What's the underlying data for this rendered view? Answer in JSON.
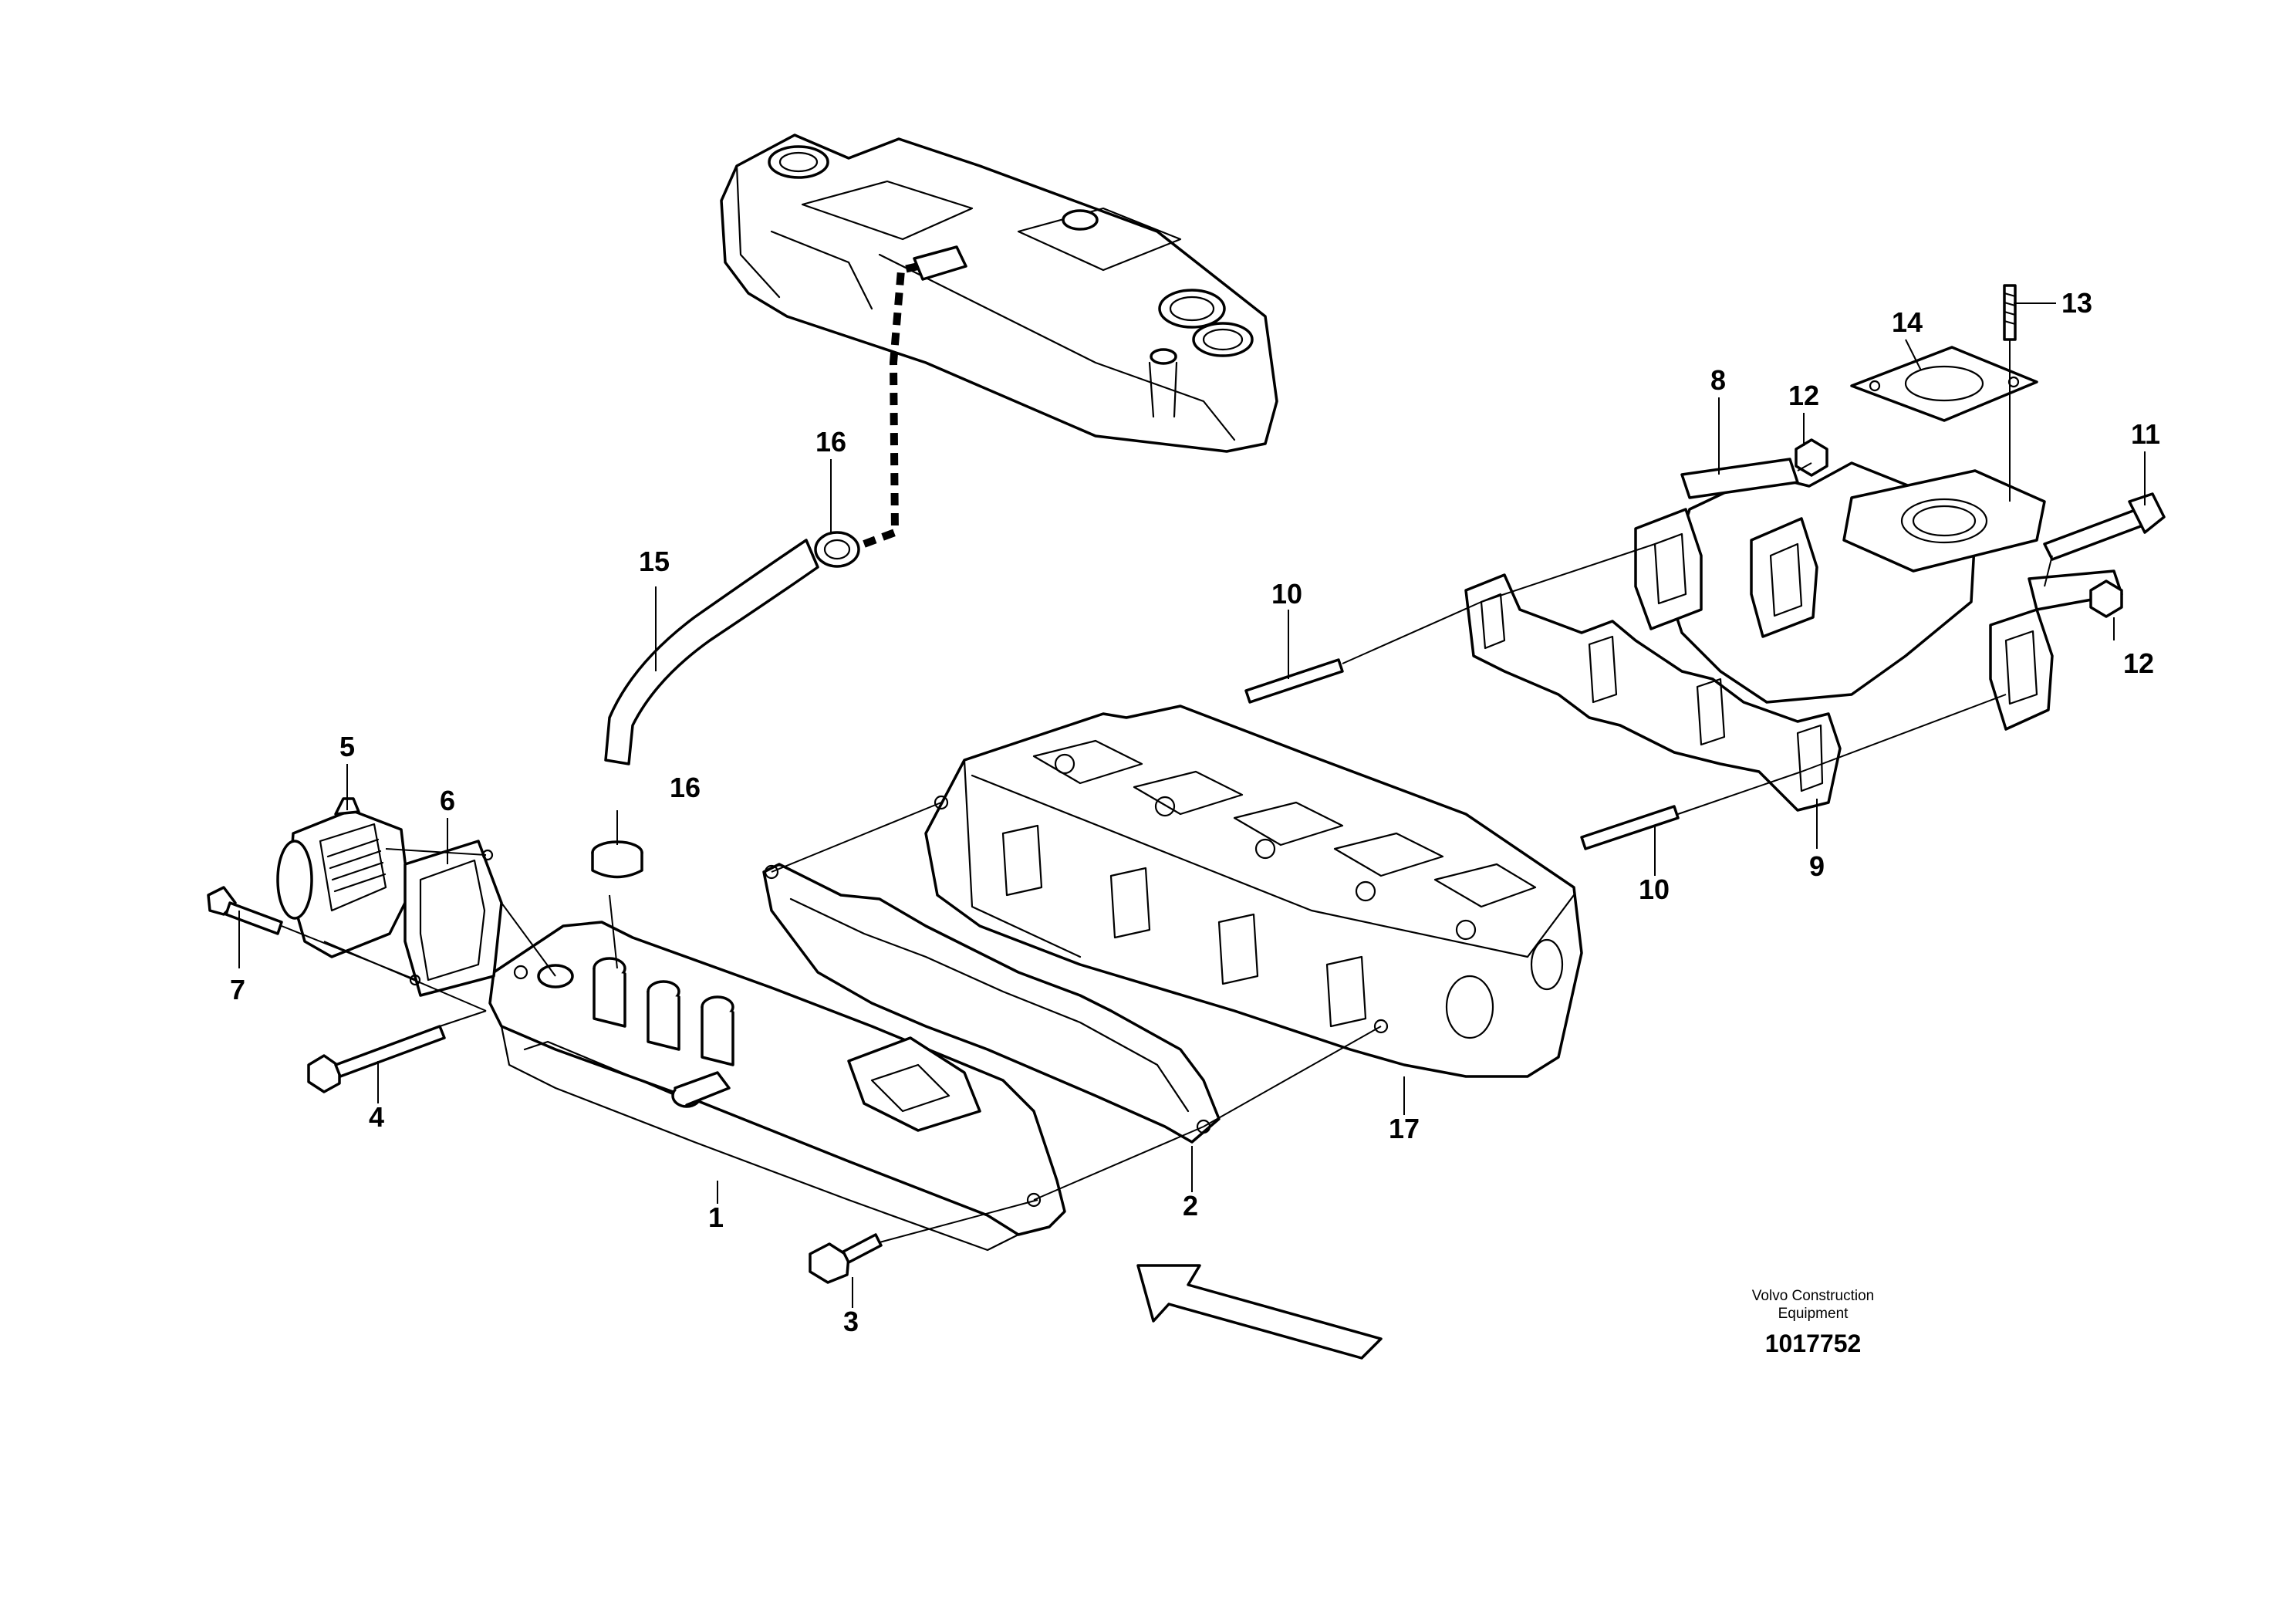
{
  "diagram": {
    "callouts": {
      "c1": "1",
      "c2": "2",
      "c3": "3",
      "c4": "4",
      "c5": "5",
      "c6": "6",
      "c7": "7",
      "c8": "8",
      "c9": "9",
      "c10a": "10",
      "c10b": "10",
      "c11": "11",
      "c12a": "12",
      "c12b": "12",
      "c13": "13",
      "c14": "14",
      "c15": "15",
      "c16a": "16",
      "c16b": "16",
      "c17": "17"
    },
    "credit": {
      "line1": "Volvo Construction",
      "line2": "Equipment",
      "drawing_number": "1017752"
    }
  }
}
